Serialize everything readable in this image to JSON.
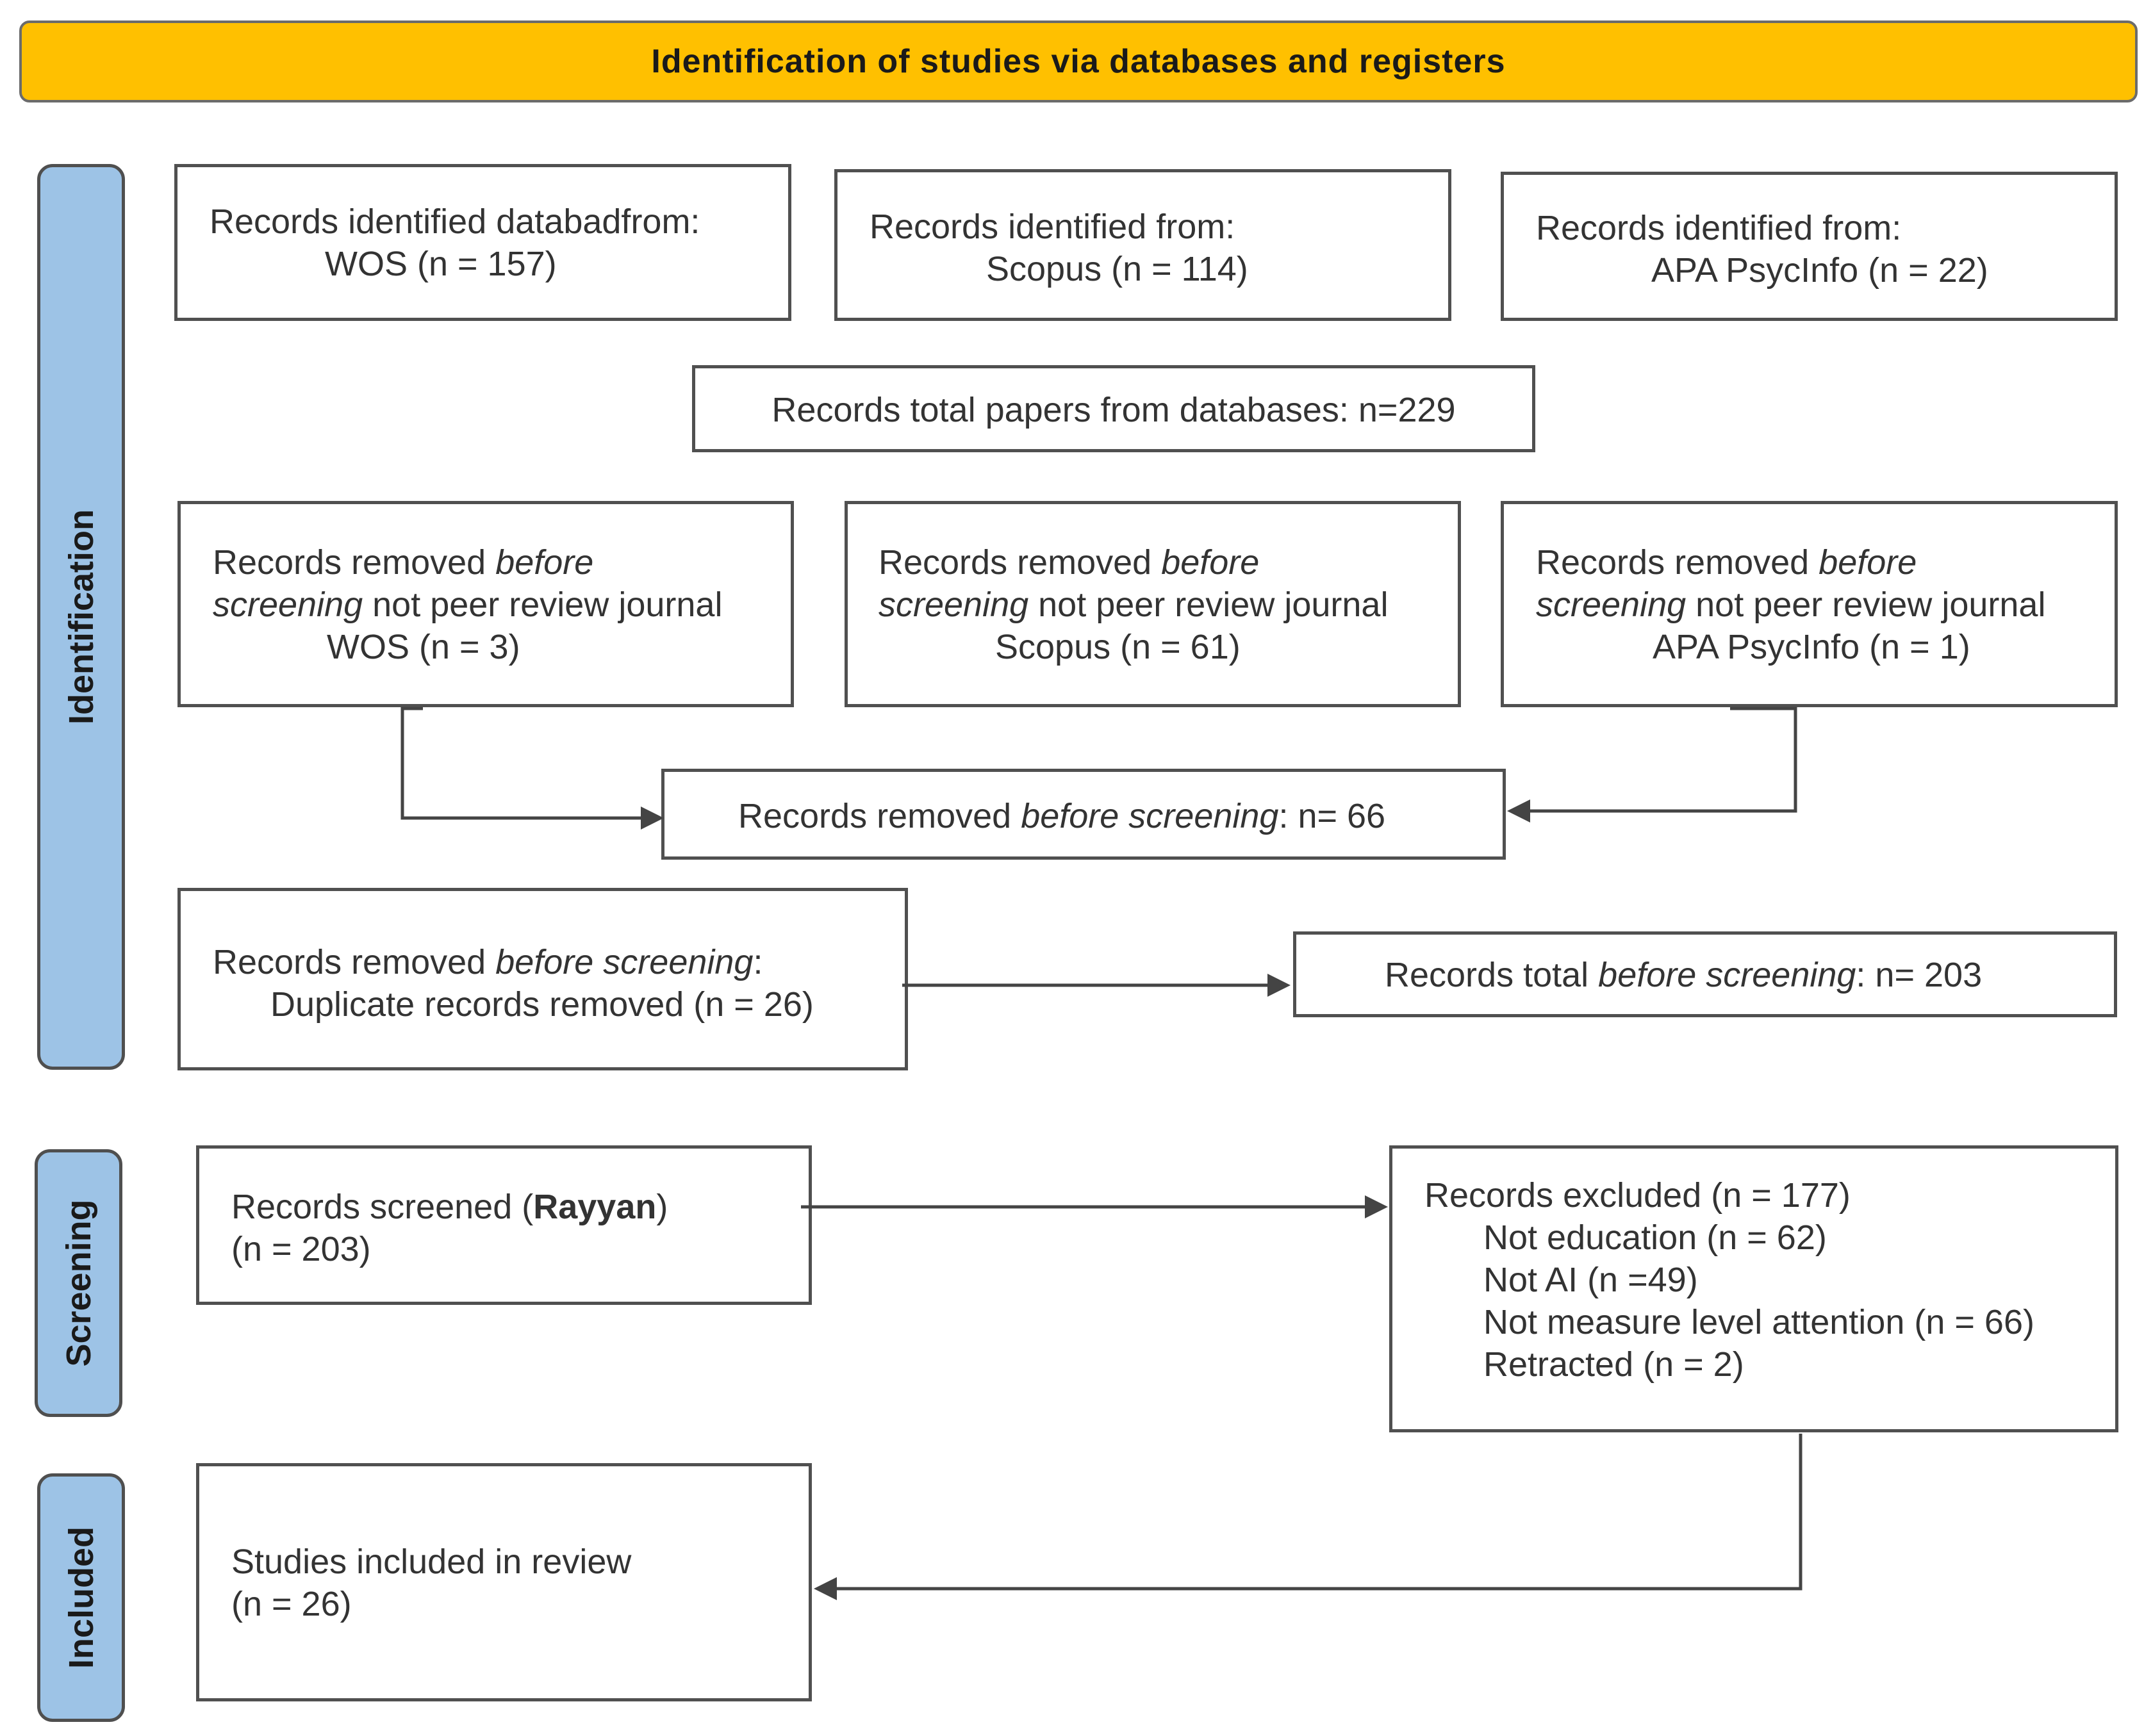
{
  "banner": "Identification of studies via databases and registers",
  "stages": {
    "identification": "Identification",
    "screening": "Screening",
    "included": "Included"
  },
  "boxes": {
    "wos": {
      "l1": "Records identified databadfrom:",
      "l2": "WOS (n = 157)"
    },
    "scopus": {
      "l1": "Records identified from:",
      "l2": "Scopus (n = 114)"
    },
    "apa": {
      "l1": "Records identified from:",
      "l2": "APA PsycInfo (n = 22)"
    },
    "total": "Records total papers from databases: n=229",
    "removed_wos": {
      "a": "Records removed ",
      "b": "before",
      "c": "screening",
      "d": " not peer review journal",
      "e": "WOS (n = 3)"
    },
    "removed_scopus": {
      "a": "Records removed ",
      "b": "before",
      "c": "screening",
      "d": " not peer review journal",
      "e": "Scopus (n = 61)"
    },
    "removed_apa": {
      "a": "Records removed ",
      "b": "before",
      "c": "screening",
      "d": " not peer review journal",
      "e": "APA PsycInfo (n = 1)"
    },
    "removed_total": {
      "a": "Records removed ",
      "b": "before screening",
      "c": ": n= 66"
    },
    "duplicates": {
      "a": "Records removed ",
      "b": "before screening",
      "c": ":",
      "l2": "Duplicate records removed (n = 26)"
    },
    "total_before": {
      "a": "Records total ",
      "b": "before screening",
      "c": ": n= 203"
    },
    "screened": {
      "a": "Records screened (",
      "b": "Rayyan",
      "c": ")",
      "l2": "(n = 203)"
    },
    "excluded": {
      "title": "Records excluded (n = 177)",
      "items": [
        "Not education (n = 62)",
        "Not AI (n =49)",
        "Not measure level attention (n = 66)",
        "Retracted (n = 2)"
      ]
    },
    "included": {
      "l1": "Studies included in review",
      "l2": "(n = 26)"
    }
  },
  "colors": {
    "banner": "#FFC000",
    "stage": "#9DC3E6",
    "border": "#505050"
  }
}
